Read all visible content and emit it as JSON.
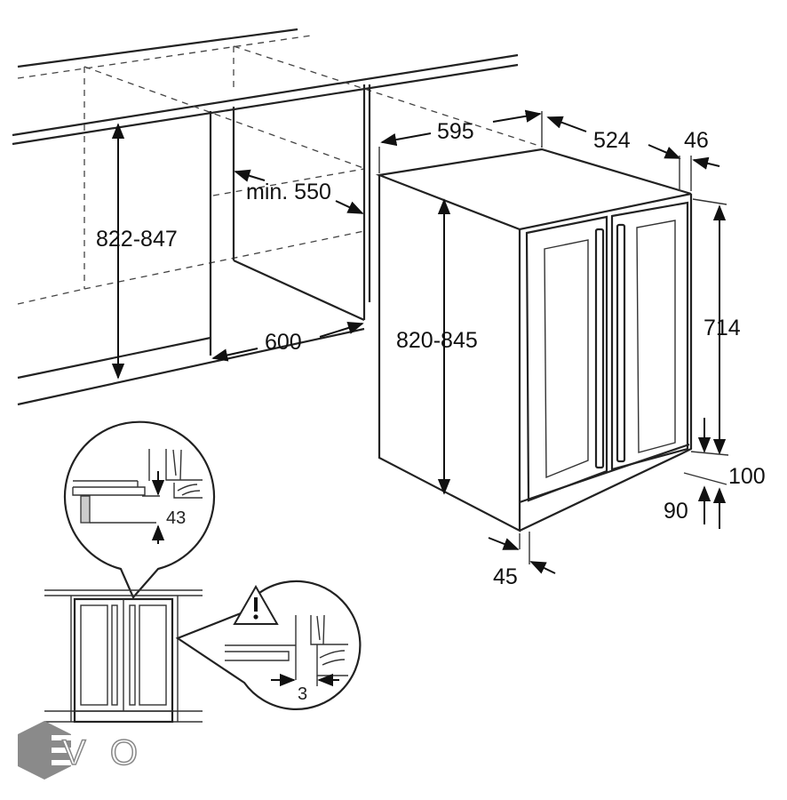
{
  "dimensions": {
    "niche_height": "822-847",
    "niche_depth_min": "min. 550",
    "niche_width": "600",
    "appliance_width": "595",
    "appliance_depth": "524",
    "door_offset": "46",
    "appliance_height": "820-845",
    "door_height": "714",
    "plinth_height": "100",
    "feet_height": "90",
    "door_thickness": "45"
  },
  "details": {
    "top_gap": "43",
    "side_gap": "3"
  },
  "logo": {
    "text": "EVO",
    "color": "#8a8a8a"
  }
}
